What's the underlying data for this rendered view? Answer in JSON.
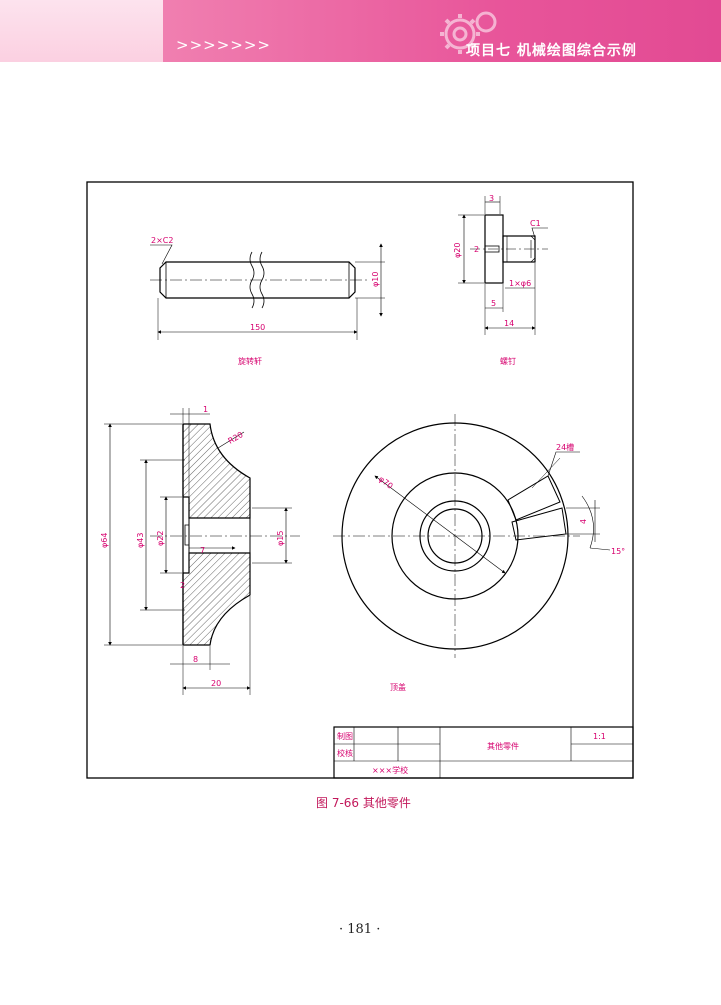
{
  "header": {
    "chevrons": ">>>>>>>",
    "title": "项目七   机械绘图综合示例"
  },
  "drawing": {
    "parts": {
      "shaft": {
        "name": "旋转轩",
        "dim_chamfer": "2×C2",
        "dim_diameter": "φ10",
        "dim_length": "150"
      },
      "screw": {
        "name": "螺钉",
        "dim_3": "3",
        "dim_c1": "C1",
        "dim_phi20": "φ20",
        "dim_2": "2",
        "dim_thread": "1×φ6",
        "dim_5": "5",
        "dim_14": "14"
      },
      "handle": {
        "dim_1": "1",
        "dim_r20": "R20",
        "dim_phi64": "φ64",
        "dim_phi43": "φ43",
        "dim_phi22": "φ22",
        "dim_phi15": "φ15",
        "dim_7": "7",
        "dim_2": "2",
        "dim_8": "8",
        "dim_20": "20"
      },
      "cover": {
        "name": "顶盖",
        "dim_phi": "φ70",
        "dim_slots": "24槽",
        "dim_4": "4",
        "dim_angle": "15°"
      }
    },
    "title_block": {
      "drawn_by": "制图",
      "checked_by": "校核",
      "school": "×××学校",
      "title": "其他零件",
      "scale": "1:1"
    }
  },
  "caption": "图 7-66   其他零件",
  "page_number": "· 181 ·",
  "colors": {
    "header_pink": "#e8559a",
    "dimension_magenta": "#d6006e",
    "line": "#000000"
  }
}
